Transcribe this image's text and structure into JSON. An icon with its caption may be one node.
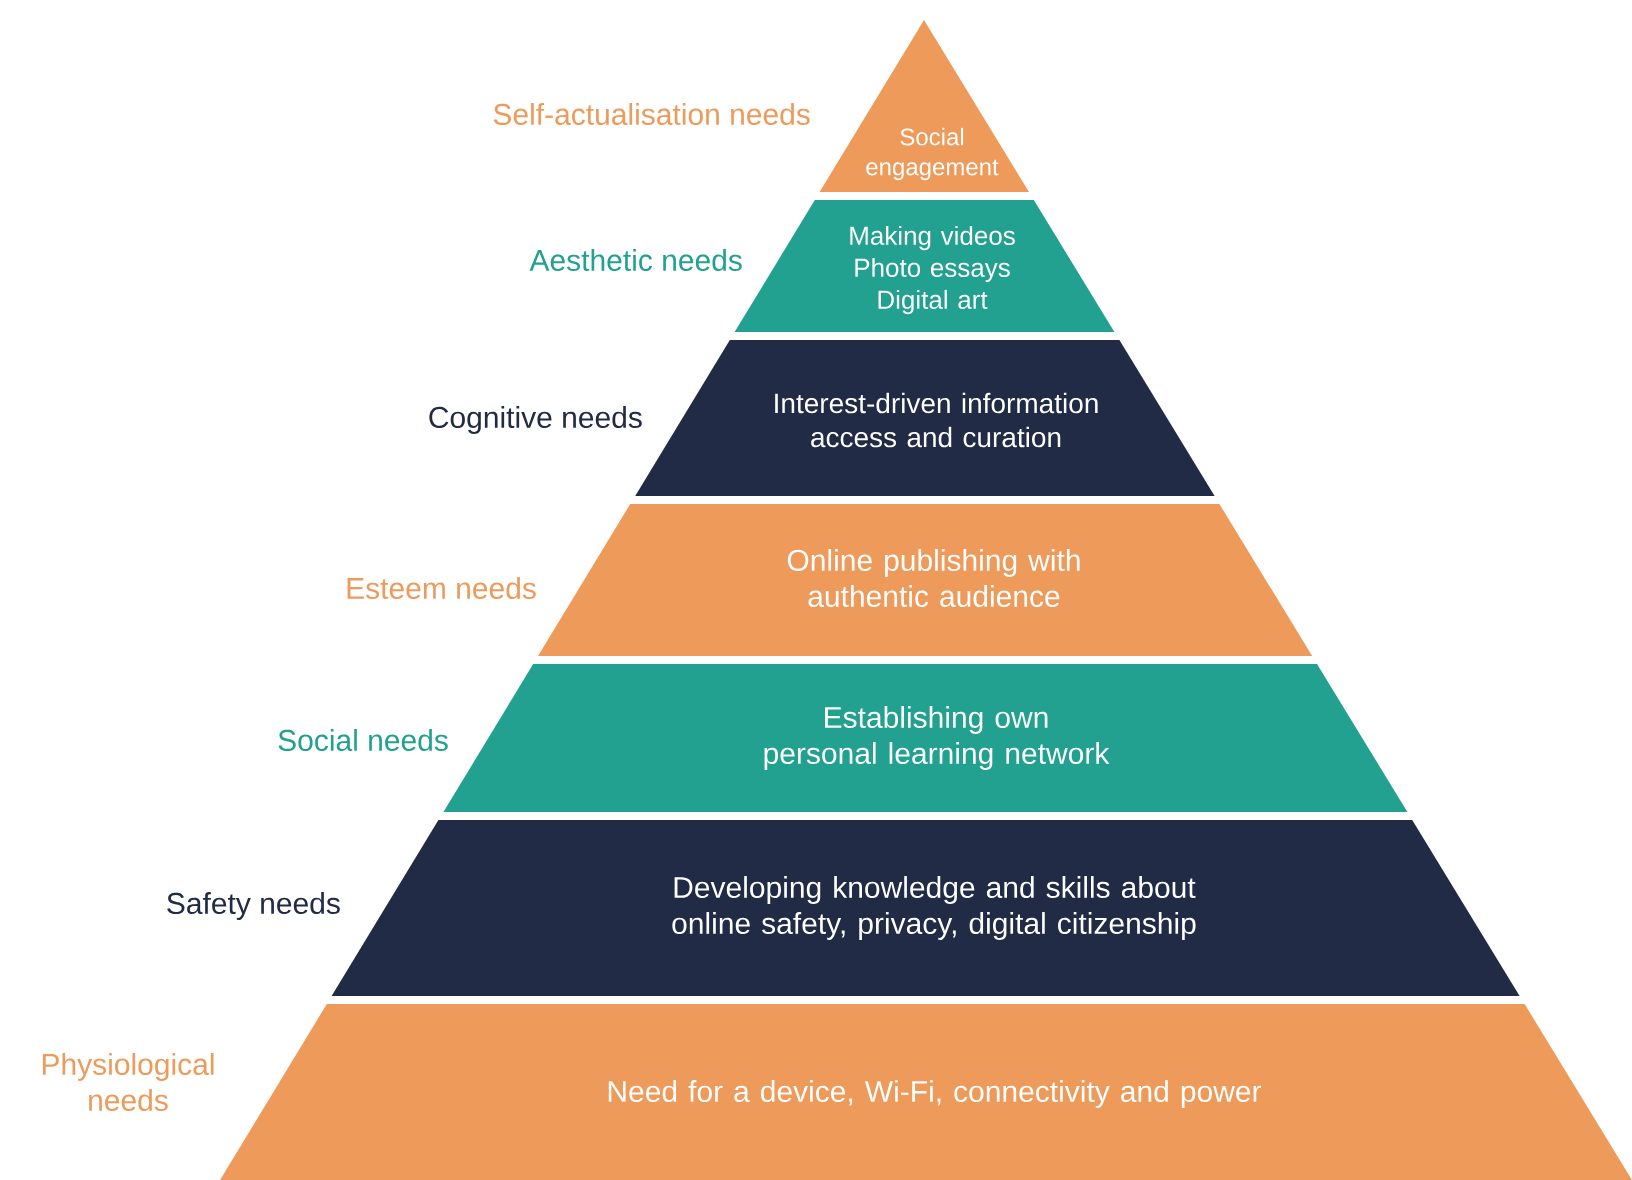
{
  "diagram": {
    "nodes": [
      {
        "text": [
          "Social engagement"
        ],
        "beside": [
          "Self-actualisation needs"
        ]
      },
      {
        "text": [
          "Making videos Photo essays Digital art"
        ],
        "beside": [
          "Aesthetic needs"
        ]
      },
      {
        "text": [
          "Interest-driven information access and curation"
        ],
        "beside": [
          "Cognitive needs"
        ]
      },
      {
        "text": [
          "Online publishing with authentic audience"
        ],
        "beside": [
          "Esteem needs"
        ]
      },
      {
        "text": [
          "Establishing own personal learning network"
        ],
        "beside": [
          "Social needs"
        ]
      },
      {
        "text": [
          "Developing knowledge and skills about online safety, privacy, digital citizenship"
        ],
        "beside": [
          "Safety needs"
        ]
      },
      {
        "text": [
          "Need for a device, Wi-Fi, connectivity and power"
        ],
        "beside": [
          "Physiological needs"
        ]
      }
    ]
  }
}
